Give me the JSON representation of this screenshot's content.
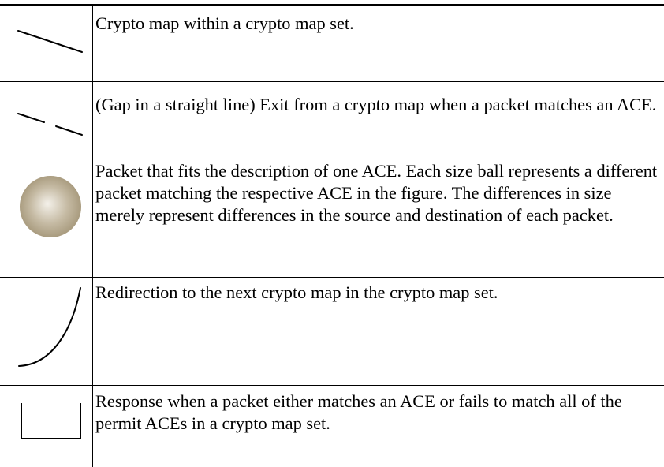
{
  "legend": {
    "rows": [
      {
        "icon": "diagonal-line-icon",
        "description": "Crypto map within a crypto map set."
      },
      {
        "icon": "broken-line-icon",
        "description": "(Gap in a straight line) Exit from a crypto map when a packet matches an ACE."
      },
      {
        "icon": "packet-ball-icon",
        "description": "Packet that fits the description of one ACE. Each size ball represents a different packet matching the respective ACE in the figure. The differences in size merely represent differences in the source and destination of each packet."
      },
      {
        "icon": "curved-arrow-line-icon",
        "description": "Redirection to the next crypto map in the crypto map set."
      },
      {
        "icon": "bracket-icon",
        "description": "Response when a packet either matches an ACE or fails to match all of the permit ACEs in a crypto map set."
      }
    ]
  },
  "colors": {
    "rule": "#000000",
    "ball_highlight": "#f4f1ea",
    "ball_mid": "#c5baa3",
    "ball_edge": "#a29476"
  }
}
